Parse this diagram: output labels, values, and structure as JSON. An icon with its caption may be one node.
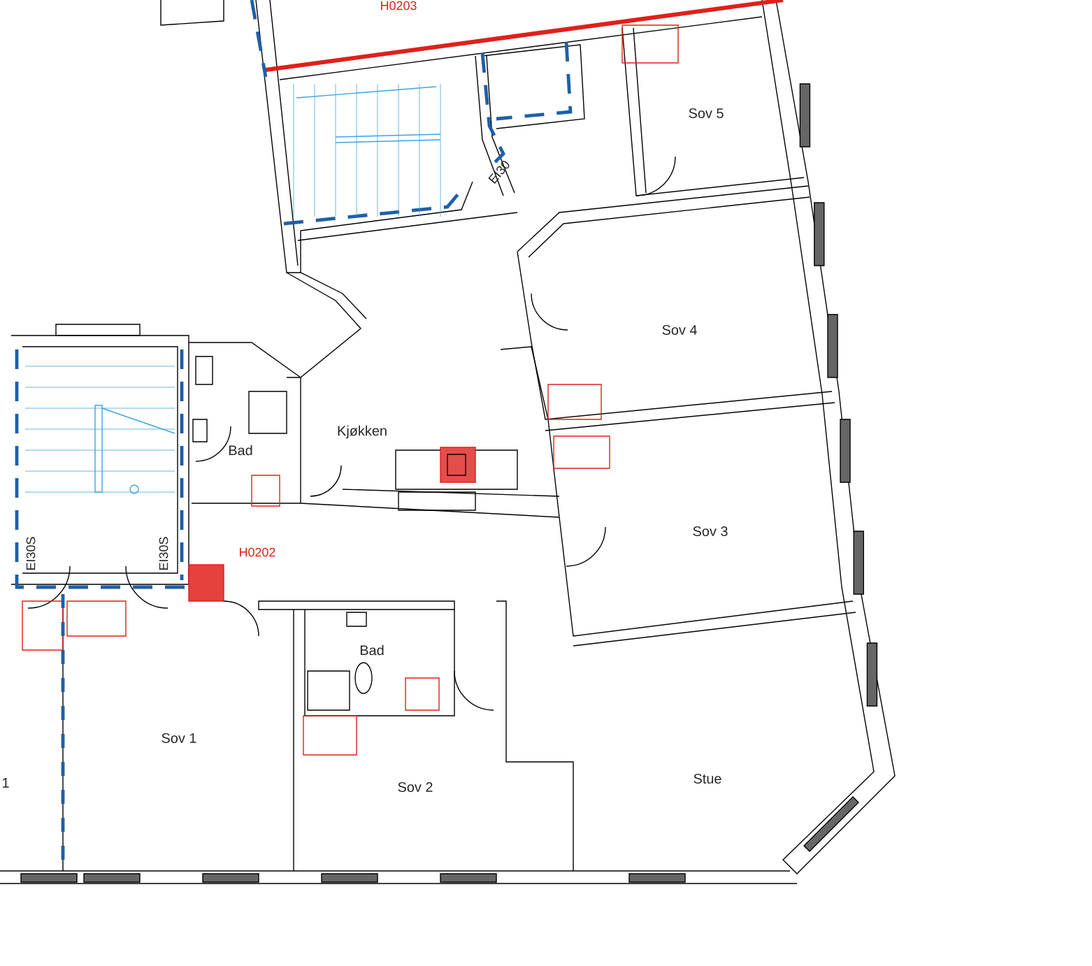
{
  "diagram": {
    "labels": [
      "H0203",
      "Sov 5",
      "EI30",
      "Sov 4",
      "Kjøkken",
      "Bad",
      "Sov 3",
      "EI30S",
      "EI30S",
      "H0202",
      "Bad",
      "Sov 1",
      "Stue",
      "1",
      "Sov 2"
    ]
  }
}
